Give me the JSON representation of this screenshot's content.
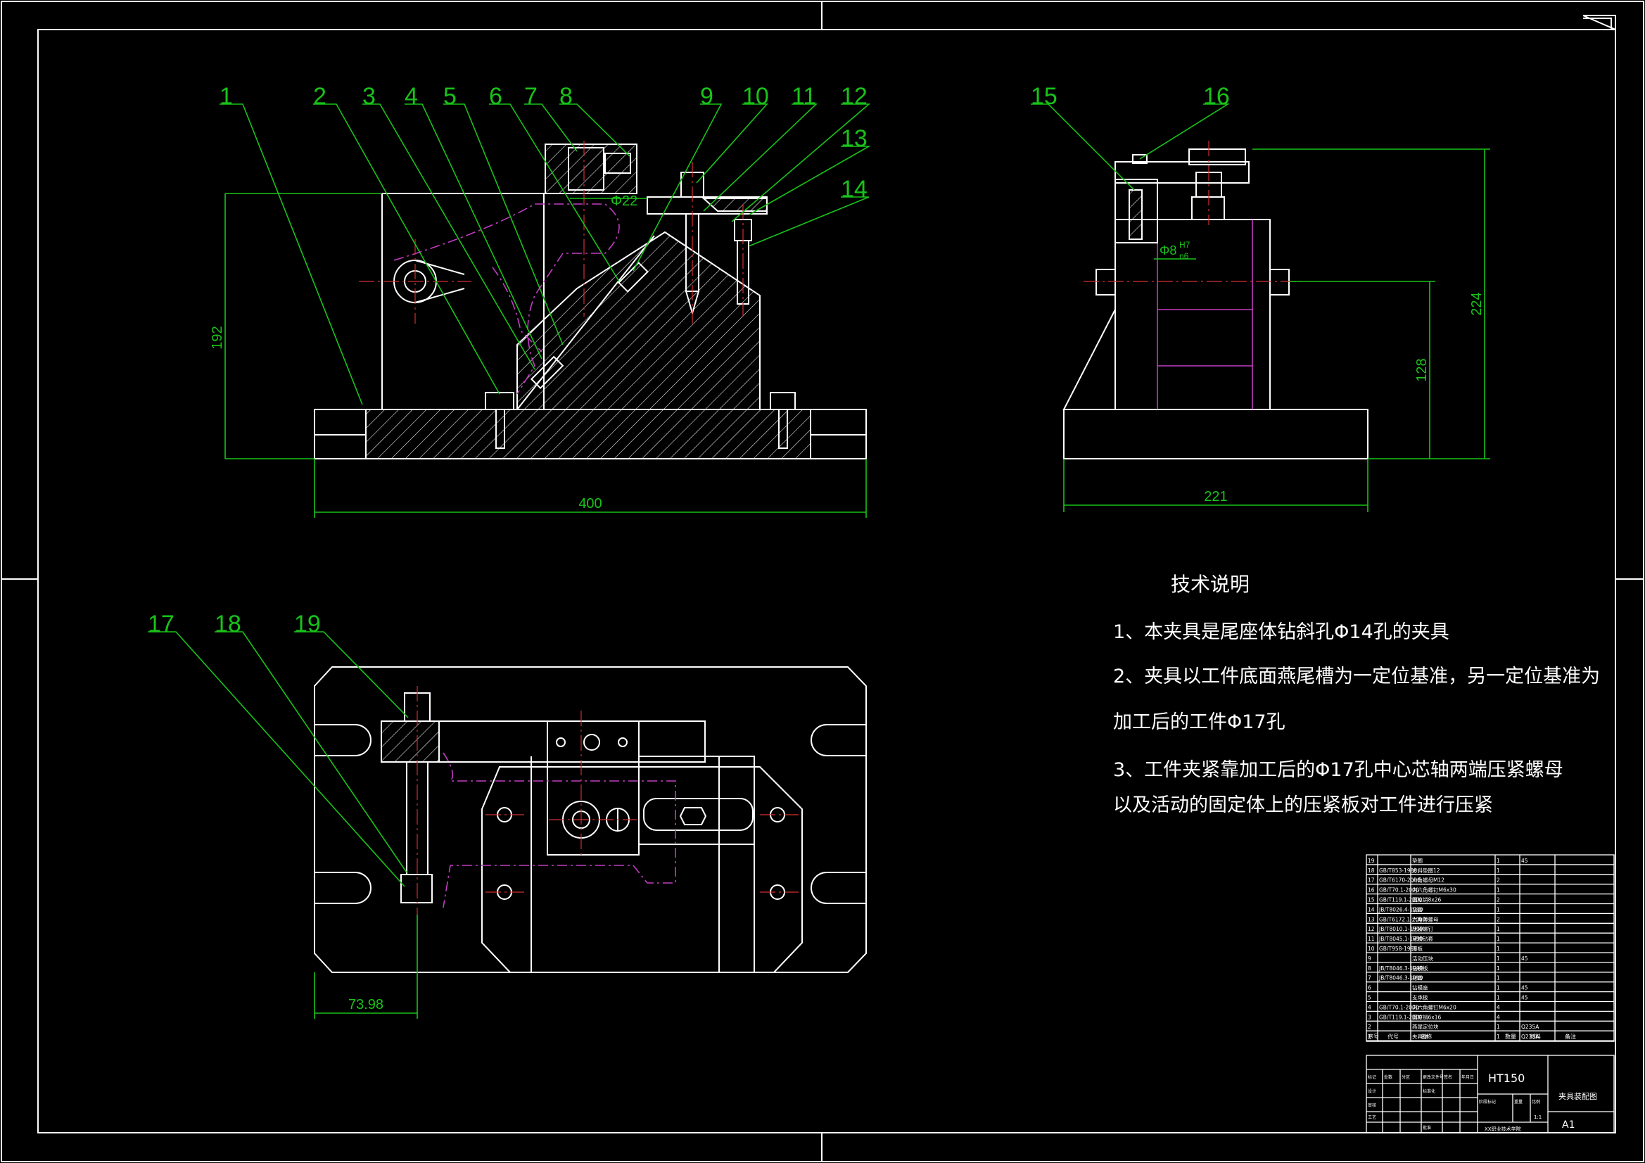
{
  "balloons": [
    "1",
    "2",
    "3",
    "4",
    "5",
    "6",
    "7",
    "8",
    "9",
    "10",
    "11",
    "12",
    "13",
    "14",
    "15",
    "16",
    "17",
    "18",
    "19"
  ],
  "dims": {
    "front_height": "192",
    "front_width": "400",
    "side_total": "224",
    "side_axis": "128",
    "side_width": "221",
    "plan_offset": "73.98",
    "bore_dia": "Φ22",
    "pin_fit": "Φ8",
    "fit_h": "H7",
    "fit_n": "n6"
  },
  "notes": {
    "title": "技术说明",
    "lines": [
      "1、本夹具是尾座体钻斜孔Φ14孔的夹具",
      "2、夹具以工件底面燕尾槽为一定位基准，另一定位基准为",
      "加工后的工件Φ17孔",
      "3、工件夹紧靠加工后的Φ17孔中心芯轴两端压紧螺母",
      "以及活动的固定体上的压紧板对工件进行压紧"
    ]
  },
  "bom": {
    "rows": [
      {
        "no": "19",
        "std": "",
        "name": "垫圈",
        "qty": "1",
        "mat": "45"
      },
      {
        "no": "18",
        "std": "GB/T853-1988",
        "name": "方斜垫圈12",
        "qty": "1",
        "mat": ""
      },
      {
        "no": "17",
        "std": "GB/T6170-2000",
        "name": "六角螺母M12",
        "qty": "2",
        "mat": ""
      },
      {
        "no": "16",
        "std": "GB/T70.1-2000",
        "name": "内六角螺钉M6x30",
        "qty": "1",
        "mat": ""
      },
      {
        "no": "15",
        "std": "GB/T119.1-2000",
        "name": "圆柱销8x26",
        "qty": "2",
        "mat": ""
      },
      {
        "no": "14",
        "std": "JB/T8026.4-1999",
        "name": "钻套",
        "qty": "1",
        "mat": ""
      },
      {
        "no": "13",
        "std": "GB/T6172.1-2000",
        "name": "六角薄螺母",
        "qty": "2",
        "mat": ""
      },
      {
        "no": "12",
        "std": "JB/T8010.1-1999",
        "name": "压紧螺钉",
        "qty": "1",
        "mat": ""
      },
      {
        "no": "11",
        "std": "JB/T8045.1-1999",
        "name": "可换钻套",
        "qty": "1",
        "mat": ""
      },
      {
        "no": "10",
        "std": "GB/T958-1988",
        "name": "压板",
        "qty": "1",
        "mat": ""
      },
      {
        "no": "9",
        "std": "",
        "name": "活动压块",
        "qty": "1",
        "mat": "45"
      },
      {
        "no": "8",
        "std": "JB/T8046.3-1999",
        "name": "钻模板",
        "qty": "1",
        "mat": ""
      },
      {
        "no": "7",
        "std": "JB/T8046.3-1999",
        "name": "衬套",
        "qty": "1",
        "mat": ""
      },
      {
        "no": "6",
        "std": "",
        "name": "钻模座",
        "qty": "1",
        "mat": "45"
      },
      {
        "no": "5",
        "std": "",
        "name": "支承板",
        "qty": "1",
        "mat": "45"
      },
      {
        "no": "4",
        "std": "GB/T70.1-2000",
        "name": "内六角螺钉M6x20",
        "qty": "4",
        "mat": ""
      },
      {
        "no": "3",
        "std": "GB/T119.1-2000",
        "name": "圆柱销6x16",
        "qty": "4",
        "mat": ""
      },
      {
        "no": "2",
        "std": "",
        "name": "燕尾定位块",
        "qty": "1",
        "mat": "Q235A"
      },
      {
        "no": "1",
        "std": "",
        "name": "夹具体",
        "qty": "1",
        "mat": "Q235A"
      }
    ],
    "header": {
      "no": "序号",
      "std": "代号",
      "name": "名称",
      "qty": "数量",
      "mat": "材料",
      "note": "备注"
    }
  },
  "title_block": {
    "material": "HT150",
    "drawing_name": "夹具装配图",
    "sheet": "A1",
    "scale": "1:1",
    "school": "XX职业技术学院",
    "labels": [
      "标记",
      "处数",
      "分区",
      "更改文件号",
      "签名",
      "年月日",
      "设计",
      "标准化",
      "阶段标记",
      "重量",
      "比例",
      "审核",
      "工艺",
      "批准"
    ]
  }
}
